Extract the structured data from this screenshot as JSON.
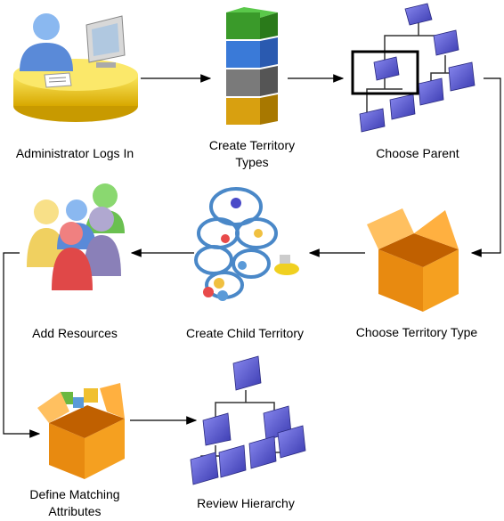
{
  "steps": {
    "admin_login": {
      "label": "Administrator Logs In"
    },
    "create_types": {
      "label_line1": "Create Territory",
      "label_line2": "Types"
    },
    "choose_parent": {
      "label": "Choose Parent"
    },
    "choose_type": {
      "label": "Choose Territory Type"
    },
    "create_child": {
      "label": "Create Child Territory"
    },
    "add_resources": {
      "label": "Add Resources"
    },
    "define_matching": {
      "label_line1": "Define Matching",
      "label_line2": "Attributes"
    },
    "review_hierarchy": {
      "label": "Review Hierarchy"
    }
  },
  "colors": {
    "node_blue": "#5a5ad8",
    "box_orange": "#f5a020",
    "desk_yellow": "#f0d020",
    "stack_green": "#3a9a2a",
    "stack_blue": "#3a7ad8",
    "stack_gray": "#7a7a7a",
    "stack_gold": "#d8a010"
  }
}
